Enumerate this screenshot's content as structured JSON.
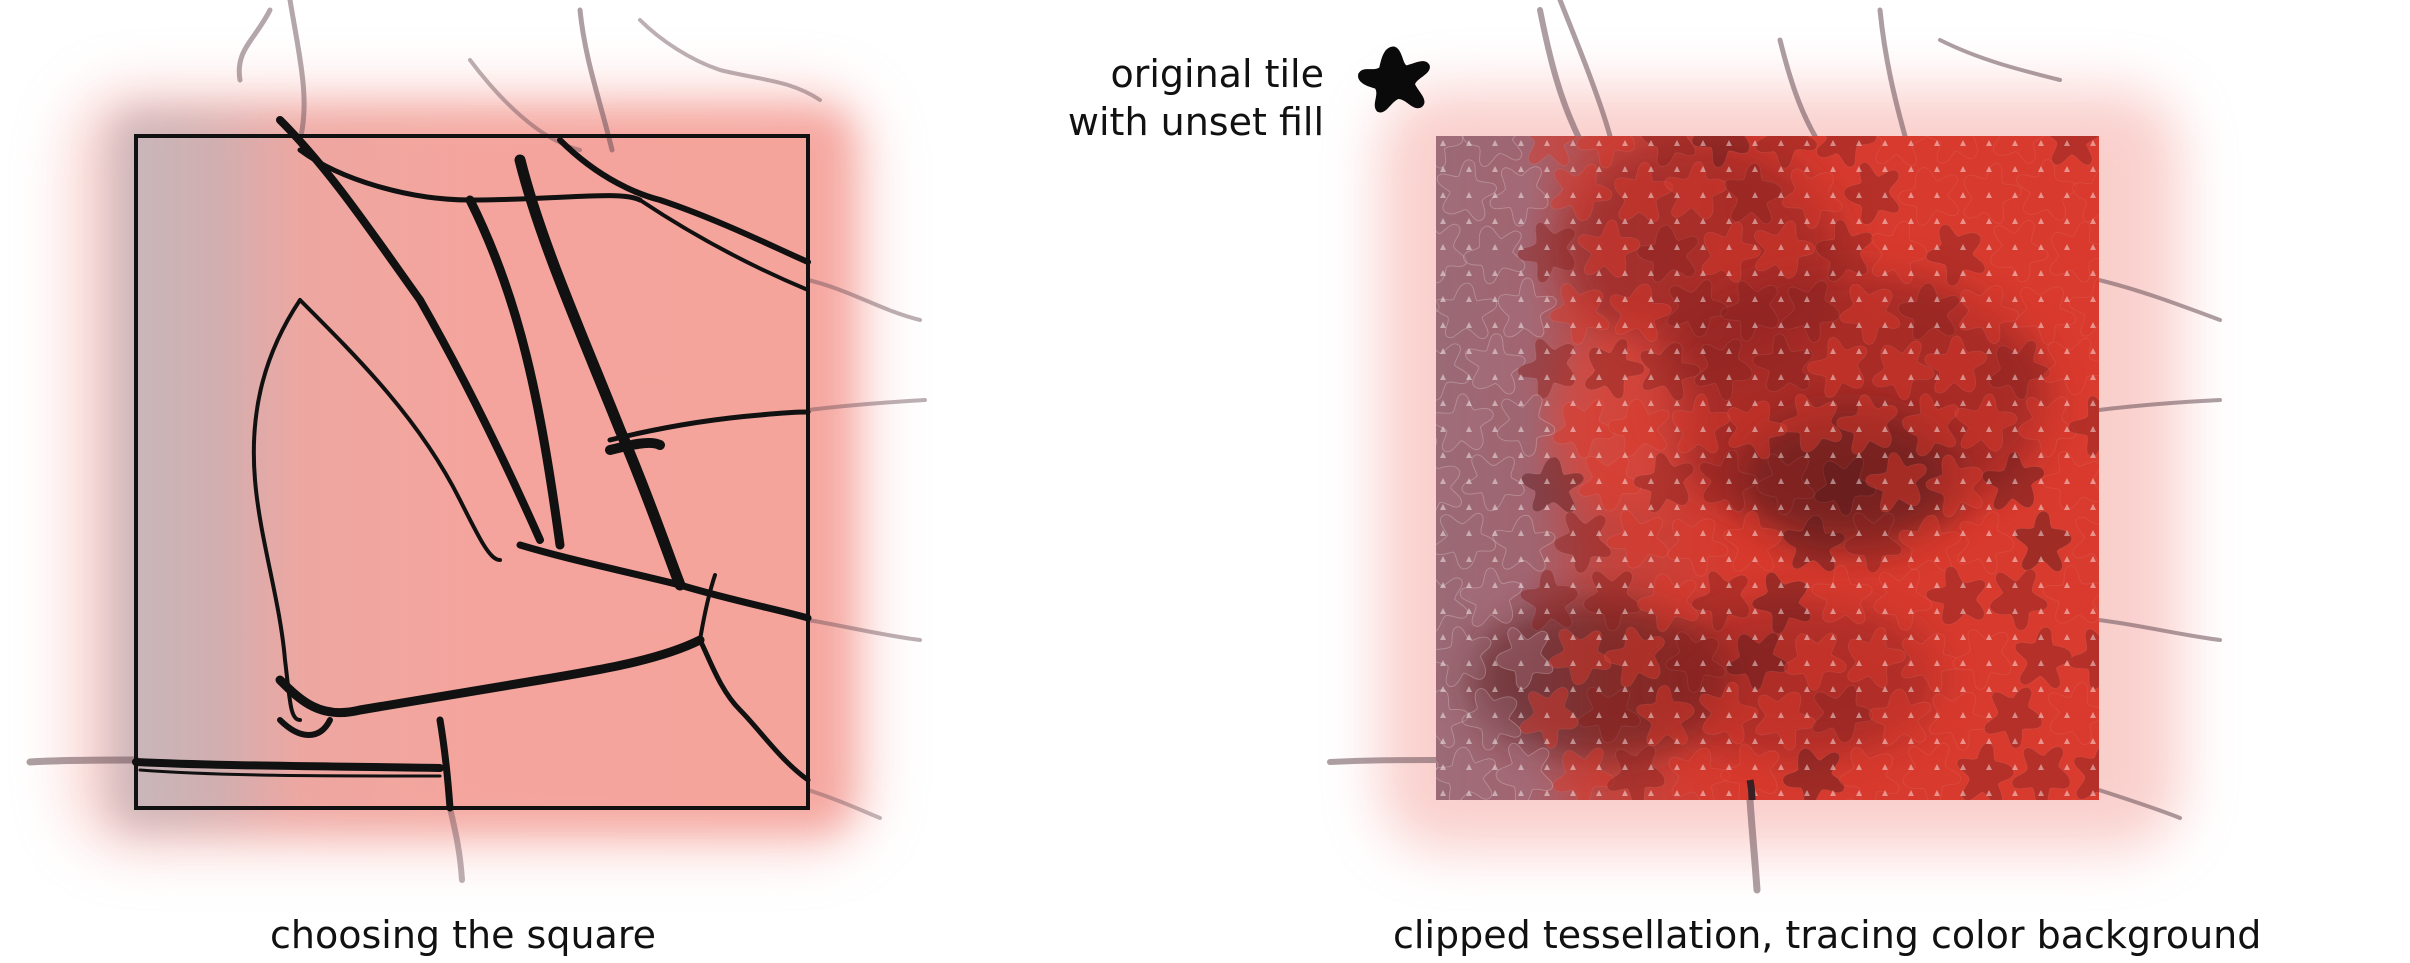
{
  "panels": {
    "left": {
      "caption": "choosing the square"
    },
    "right": {
      "caption": "clipped tessellation, tracing color background"
    }
  },
  "tile_label": {
    "line1": "original tile",
    "line2": "with unset fill"
  },
  "colors": {
    "trace_pink": "#f4a49c",
    "trace_gray": "#c8b4b8",
    "glow": "#f7b2ac",
    "tess_red": "#d93a2c",
    "tess_dark": "#8a2422",
    "tess_darkest": "#5a1a1c",
    "tess_mauve": "#9a6a76",
    "ink": "#111111",
    "tile_black": "#0a0a0a"
  },
  "icons": {
    "tile": "star-blob-icon"
  }
}
